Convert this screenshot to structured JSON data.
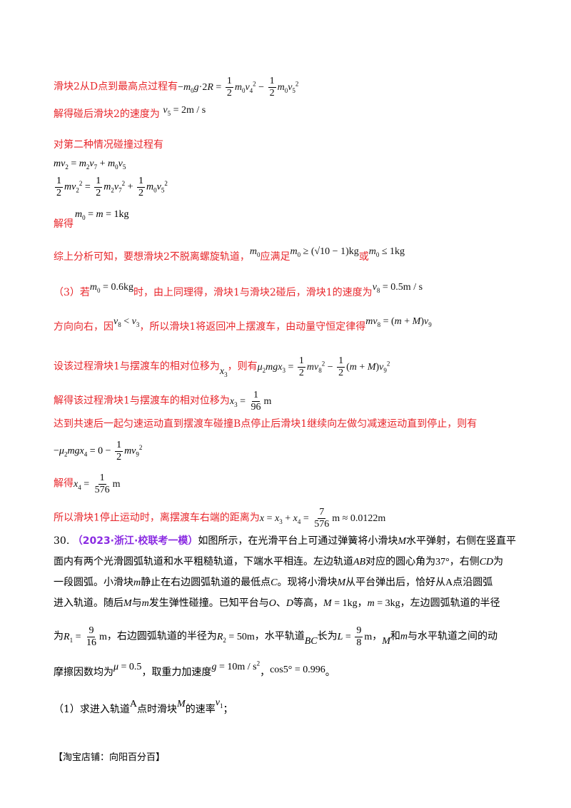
{
  "lines": {
    "l1": "滑块2从D点到最高点过程有",
    "l2": "解得碰后滑块2的速度为",
    "l3": "对第二种情况碰撞过程有",
    "l4": "解得",
    "l5a": "综上分析可知，要想滑块2不脱离螺旋轨道，",
    "l5b": "应满足",
    "l5c": "或",
    "l6a": "（3）若",
    "l6b": "时，由上同理得，滑块1与滑块2碰后，滑块1的速度为",
    "l7a": "方向向右，因",
    "l7b": "，所以滑块1将返回冲上摆渡车，由动量守恒定律得",
    "l8a": "设该过程滑块1与摆渡车的相对位移为",
    "l8b": "，则有",
    "l9": "解得该过程滑块1与摆渡车的相对位移为",
    "l10": "达到共速后一起匀速运动直到摆渡车碰撞B点停止后滑块1继续向左做匀减速运动直到停止，则有",
    "l11": "解得",
    "l12": "所以滑块1停止运动时，离摆渡车右端的距离为"
  },
  "question": {
    "number": "30.",
    "source": "（2023·浙江·校联考一模）",
    "p1": "如图所示，在光滑平台上可通过弹簧将小滑块",
    "p1b": "水平弹射，右侧在竖直平",
    "p2a": "面内有两个光滑圆弧轨道和水平粗糙轨道，下端水平相连。左边轨道",
    "p2b": "对应的圆心角为",
    "p2c": "，右侧",
    "p2d": "为",
    "p3a": "一段圆弧。小滑块",
    "p3b": "静止在右边圆弧轨道的最低点",
    "p3c": "。现将小滑块",
    "p3d": "从平台弹出后，恰好从",
    "p3e": "点沿圆弧",
    "p4a": "进入轨道。随后",
    "p4b": "与",
    "p4c": "发生弹性碰撞。已知平台与",
    "p4d": "、",
    "p4e": "等高，",
    "p4f": "，",
    "p4g": "，左边圆弧轨道的半径",
    "p5a": "为",
    "p5b": "，右边圆弧轨道的半径为",
    "p5c": "，水平轨道",
    "p5d": "长为",
    "p5e": "，",
    "p5f": "和",
    "p5g": "与水平轨道之间的动",
    "p6a": "摩擦因数均为",
    "p6b": "，取重力加速度",
    "p6c": "，",
    "p6d": "。",
    "q1a": "（1）求进入轨道",
    "q1b": "点时滑块",
    "q1c": "的速率",
    "q1d": "；"
  },
  "footer": "【淘宝店铺：向阳百分百】"
}
